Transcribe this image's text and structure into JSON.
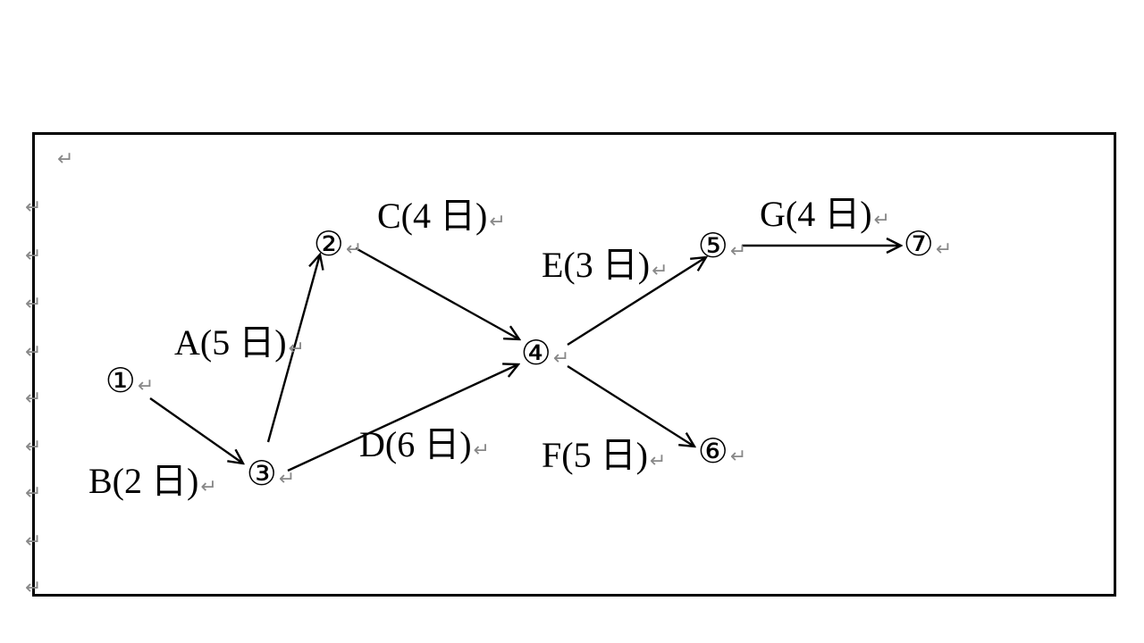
{
  "diagram": {
    "return_mark": "↵",
    "nodes": {
      "n1": "①",
      "n2": "②",
      "n3": "③",
      "n4": "④",
      "n5": "⑤",
      "n6": "⑥",
      "n7": "⑦"
    },
    "activities": {
      "a": "A(5 日)",
      "b": "B(2 日)",
      "c": "C(4 日)",
      "d": "D(6 日)",
      "e": "E(3 日)",
      "f": "F(5 日)",
      "g": "G(4 日)"
    }
  }
}
